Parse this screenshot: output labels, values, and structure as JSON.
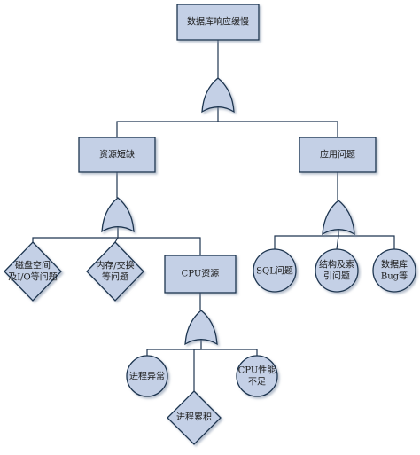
{
  "colors": {
    "fill": "#c4d0e6",
    "stroke": "#1f3550",
    "line": "#1f3550"
  },
  "nodes": {
    "top": [
      "数据库响应缓慢"
    ],
    "resource": [
      "资源短缺"
    ],
    "app": [
      "应用问题"
    ],
    "disk": [
      "磁盘空间",
      "及I/O等问题"
    ],
    "memory": [
      "内存/交换",
      "等问题"
    ],
    "cpu": [
      "CPU资源"
    ],
    "sql": [
      "SQL问题"
    ],
    "index": [
      "结构及索",
      "引问题"
    ],
    "dbbug": [
      "数据库",
      "Bug等"
    ],
    "proc_abnormal": [
      "进程异常"
    ],
    "proc_accum": [
      "进程累积"
    ],
    "cpu_perf": [
      "CPU性能",
      "不足"
    ]
  }
}
